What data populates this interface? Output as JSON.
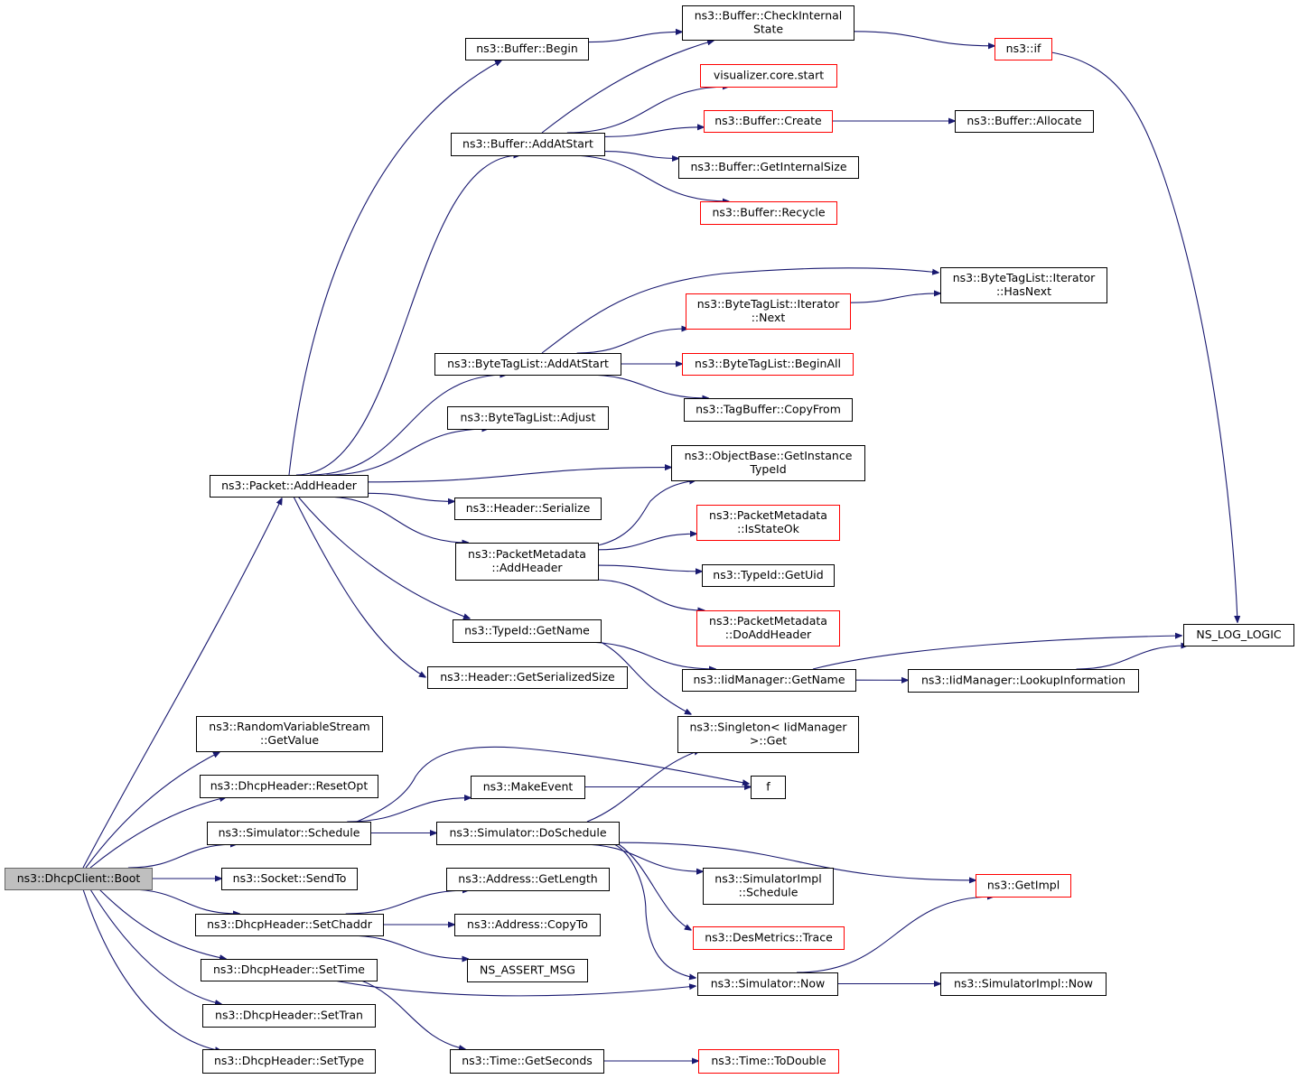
{
  "colors": {
    "edge": "#191970",
    "node_border": "#000000",
    "truncated_node_border": "#ff0000",
    "root_fill": "#bfbfbf"
  },
  "nodes": {
    "dhcpclient_boot": {
      "label": [
        "ns3::DhcpClient::Boot"
      ],
      "kind": "root"
    },
    "packet_addheader": {
      "label": [
        "ns3::Packet::AddHeader"
      ],
      "kind": "normal"
    },
    "buffer_begin": {
      "label": [
        "ns3::Buffer::Begin"
      ],
      "kind": "normal"
    },
    "buffer_checkinternal": {
      "label": [
        "ns3::Buffer::CheckInternal",
        "State"
      ],
      "kind": "normal"
    },
    "ns3_if": {
      "label": [
        "ns3::if"
      ],
      "kind": "truncated"
    },
    "visualizer_start": {
      "label": [
        "visualizer.core.start"
      ],
      "kind": "truncated"
    },
    "buffer_create": {
      "label": [
        "ns3::Buffer::Create"
      ],
      "kind": "truncated"
    },
    "buffer_allocate": {
      "label": [
        "ns3::Buffer::Allocate"
      ],
      "kind": "normal"
    },
    "buffer_addatstart": {
      "label": [
        "ns3::Buffer::AddAtStart"
      ],
      "kind": "normal"
    },
    "buffer_getinternalsize": {
      "label": [
        "ns3::Buffer::GetInternalSize"
      ],
      "kind": "normal"
    },
    "buffer_recycle": {
      "label": [
        "ns3::Buffer::Recycle"
      ],
      "kind": "truncated"
    },
    "btl_iter_hasnext": {
      "label": [
        "ns3::ByteTagList::Iterator",
        "::HasNext"
      ],
      "kind": "normal"
    },
    "btl_iter_next": {
      "label": [
        "ns3::ByteTagList::Iterator",
        "::Next"
      ],
      "kind": "truncated"
    },
    "btl_addatstart": {
      "label": [
        "ns3::ByteTagList::AddAtStart"
      ],
      "kind": "normal"
    },
    "btl_beginall": {
      "label": [
        "ns3::ByteTagList::BeginAll"
      ],
      "kind": "truncated"
    },
    "tagbuffer_copyfrom": {
      "label": [
        "ns3::TagBuffer::CopyFrom"
      ],
      "kind": "normal"
    },
    "btl_adjust": {
      "label": [
        "ns3::ByteTagList::Adjust"
      ],
      "kind": "normal"
    },
    "objectbase_getinstancetypeid": {
      "label": [
        "ns3::ObjectBase::GetInstance",
        "TypeId"
      ],
      "kind": "normal"
    },
    "header_serialize": {
      "label": [
        "ns3::Header::Serialize"
      ],
      "kind": "normal"
    },
    "pm_isstateok": {
      "label": [
        "ns3::PacketMetadata",
        "::IsStateOk"
      ],
      "kind": "truncated"
    },
    "pm_addheader": {
      "label": [
        "ns3::PacketMetadata",
        "::AddHeader"
      ],
      "kind": "normal"
    },
    "typeid_getuid": {
      "label": [
        "ns3::TypeId::GetUid"
      ],
      "kind": "normal"
    },
    "pm_doaddheader": {
      "label": [
        "ns3::PacketMetadata",
        "::DoAddHeader"
      ],
      "kind": "truncated"
    },
    "typeid_getname": {
      "label": [
        "ns3::TypeId::GetName"
      ],
      "kind": "normal"
    },
    "ns_log_logic": {
      "label": [
        "NS_LOG_LOGIC"
      ],
      "kind": "normal"
    },
    "header_getserializedsize": {
      "label": [
        "ns3::Header::GetSerializedSize"
      ],
      "kind": "normal"
    },
    "iidmanager_getname": {
      "label": [
        "ns3::IidManager::GetName"
      ],
      "kind": "normal"
    },
    "iidmanager_lookupinformation": {
      "label": [
        "ns3::IidManager::LookupInformation"
      ],
      "kind": "normal"
    },
    "rvs_getvalue": {
      "label": [
        "ns3::RandomVariableStream",
        "::GetValue"
      ],
      "kind": "normal"
    },
    "singleton_get": {
      "label": [
        "ns3::Singleton< IidManager",
        ">::Get"
      ],
      "kind": "normal"
    },
    "dhcpheader_resetopt": {
      "label": [
        "ns3::DhcpHeader::ResetOpt"
      ],
      "kind": "normal"
    },
    "makeevent": {
      "label": [
        "ns3::MakeEvent"
      ],
      "kind": "normal"
    },
    "f": {
      "label": [
        "f"
      ],
      "kind": "normal"
    },
    "simulator_schedule": {
      "label": [
        "ns3::Simulator::Schedule"
      ],
      "kind": "normal"
    },
    "simulator_doschedule": {
      "label": [
        "ns3::Simulator::DoSchedule"
      ],
      "kind": "normal"
    },
    "socket_sendto": {
      "label": [
        "ns3::Socket::SendTo"
      ],
      "kind": "normal"
    },
    "simulatorimpl_schedule": {
      "label": [
        "ns3::SimulatorImpl",
        "::Schedule"
      ],
      "kind": "normal"
    },
    "getimpl": {
      "label": [
        "ns3::GetImpl"
      ],
      "kind": "truncated"
    },
    "address_getlength": {
      "label": [
        "ns3::Address::GetLength"
      ],
      "kind": "normal"
    },
    "dhcpheader_setchaddr": {
      "label": [
        "ns3::DhcpHeader::SetChaddr"
      ],
      "kind": "normal"
    },
    "address_copyto": {
      "label": [
        "ns3::Address::CopyTo"
      ],
      "kind": "normal"
    },
    "desmetrics_trace": {
      "label": [
        "ns3::DesMetrics::Trace"
      ],
      "kind": "truncated"
    },
    "ns_assert_msg": {
      "label": [
        "NS_ASSERT_MSG"
      ],
      "kind": "normal"
    },
    "dhcpheader_settime": {
      "label": [
        "ns3::DhcpHeader::SetTime"
      ],
      "kind": "normal"
    },
    "simulator_now": {
      "label": [
        "ns3::Simulator::Now"
      ],
      "kind": "normal"
    },
    "simulatorimpl_now": {
      "label": [
        "ns3::SimulatorImpl::Now"
      ],
      "kind": "normal"
    },
    "dhcpheader_settran": {
      "label": [
        "ns3::DhcpHeader::SetTran"
      ],
      "kind": "normal"
    },
    "dhcpheader_settype": {
      "label": [
        "ns3::DhcpHeader::SetType"
      ],
      "kind": "normal"
    },
    "time_getseconds": {
      "label": [
        "ns3::Time::GetSeconds"
      ],
      "kind": "normal"
    },
    "time_todouble": {
      "label": [
        "ns3::Time::ToDouble"
      ],
      "kind": "truncated"
    }
  },
  "edges": [
    [
      "dhcpclient_boot",
      "packet_addheader"
    ],
    [
      "dhcpclient_boot",
      "rvs_getvalue"
    ],
    [
      "dhcpclient_boot",
      "dhcpheader_resetopt"
    ],
    [
      "dhcpclient_boot",
      "simulator_schedule"
    ],
    [
      "dhcpclient_boot",
      "socket_sendto"
    ],
    [
      "dhcpclient_boot",
      "dhcpheader_setchaddr"
    ],
    [
      "dhcpclient_boot",
      "dhcpheader_settime"
    ],
    [
      "dhcpclient_boot",
      "dhcpheader_settran"
    ],
    [
      "dhcpclient_boot",
      "dhcpheader_settype"
    ],
    [
      "packet_addheader",
      "buffer_begin"
    ],
    [
      "packet_addheader",
      "buffer_addatstart"
    ],
    [
      "packet_addheader",
      "btl_addatstart"
    ],
    [
      "packet_addheader",
      "btl_adjust"
    ],
    [
      "packet_addheader",
      "objectbase_getinstancetypeid"
    ],
    [
      "packet_addheader",
      "header_serialize"
    ],
    [
      "packet_addheader",
      "pm_addheader"
    ],
    [
      "packet_addheader",
      "typeid_getname"
    ],
    [
      "packet_addheader",
      "header_getserializedsize"
    ],
    [
      "buffer_begin",
      "buffer_checkinternal"
    ],
    [
      "buffer_checkinternal",
      "ns3_if"
    ],
    [
      "ns3_if",
      "ns_log_logic"
    ],
    [
      "buffer_addatstart",
      "buffer_checkinternal"
    ],
    [
      "buffer_addatstart",
      "visualizer_start"
    ],
    [
      "buffer_addatstart",
      "buffer_create"
    ],
    [
      "buffer_addatstart",
      "buffer_getinternalsize"
    ],
    [
      "buffer_addatstart",
      "buffer_recycle"
    ],
    [
      "buffer_create",
      "buffer_allocate"
    ],
    [
      "btl_addatstart",
      "btl_iter_hasnext"
    ],
    [
      "btl_addatstart",
      "btl_iter_next"
    ],
    [
      "btl_addatstart",
      "btl_beginall"
    ],
    [
      "btl_addatstart",
      "tagbuffer_copyfrom"
    ],
    [
      "btl_iter_next",
      "btl_iter_hasnext"
    ],
    [
      "pm_addheader",
      "objectbase_getinstancetypeid"
    ],
    [
      "pm_addheader",
      "pm_isstateok"
    ],
    [
      "pm_addheader",
      "typeid_getuid"
    ],
    [
      "pm_addheader",
      "pm_doaddheader"
    ],
    [
      "typeid_getname",
      "iidmanager_getname"
    ],
    [
      "typeid_getname",
      "singleton_get"
    ],
    [
      "iidmanager_getname",
      "ns_log_logic"
    ],
    [
      "iidmanager_getname",
      "iidmanager_lookupinformation"
    ],
    [
      "iidmanager_lookupinformation",
      "ns_log_logic"
    ],
    [
      "simulator_schedule",
      "makeevent"
    ],
    [
      "simulator_schedule",
      "f"
    ],
    [
      "simulator_schedule",
      "simulator_doschedule"
    ],
    [
      "makeevent",
      "f"
    ],
    [
      "simulator_doschedule",
      "singleton_get"
    ],
    [
      "simulator_doschedule",
      "simulatorimpl_schedule"
    ],
    [
      "simulator_doschedule",
      "getimpl"
    ],
    [
      "simulator_doschedule",
      "desmetrics_trace"
    ],
    [
      "simulator_doschedule",
      "simulator_now"
    ],
    [
      "dhcpheader_setchaddr",
      "address_getlength"
    ],
    [
      "dhcpheader_setchaddr",
      "address_copyto"
    ],
    [
      "dhcpheader_setchaddr",
      "ns_assert_msg"
    ],
    [
      "dhcpheader_settime",
      "simulator_now"
    ],
    [
      "dhcpheader_settime",
      "time_getseconds"
    ],
    [
      "simulator_now",
      "getimpl"
    ],
    [
      "simulator_now",
      "simulatorimpl_now"
    ],
    [
      "time_getseconds",
      "time_todouble"
    ]
  ]
}
